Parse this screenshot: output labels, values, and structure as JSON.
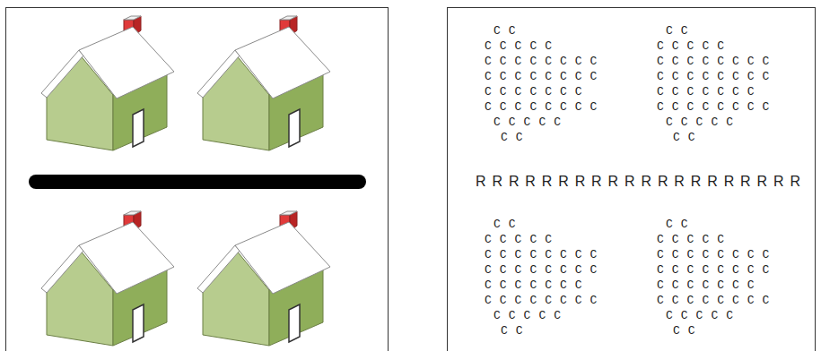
{
  "diagram": {
    "labels": [
      "C C",
      "C C C C C",
      "C C C C C C C C",
      "C C C C C C C C",
      "C C C C C C C",
      "C C C C C C C C",
      "C C C C C",
      "C C",
      "C C",
      "C C C C C",
      "C C C C C C C C",
      "C C C C C C C C",
      "C C C C C C C",
      "C C C C C C C C",
      "C C C C C",
      "C C",
      "RRRRRRRRRRRRRRRRRRRR",
      "C C",
      "C C C C C",
      "C C C C C C C C",
      "C C C C C C C C",
      "C C C C C C C",
      "C C C C C C C C",
      "C C C C C",
      "C C",
      "C C",
      "C C C C C",
      "C C C C C C C C",
      "C C C C C C C C",
      "C C C C C C C",
      "C C C C C C C C",
      "C C C C C",
      "C C"
    ]
  }
}
